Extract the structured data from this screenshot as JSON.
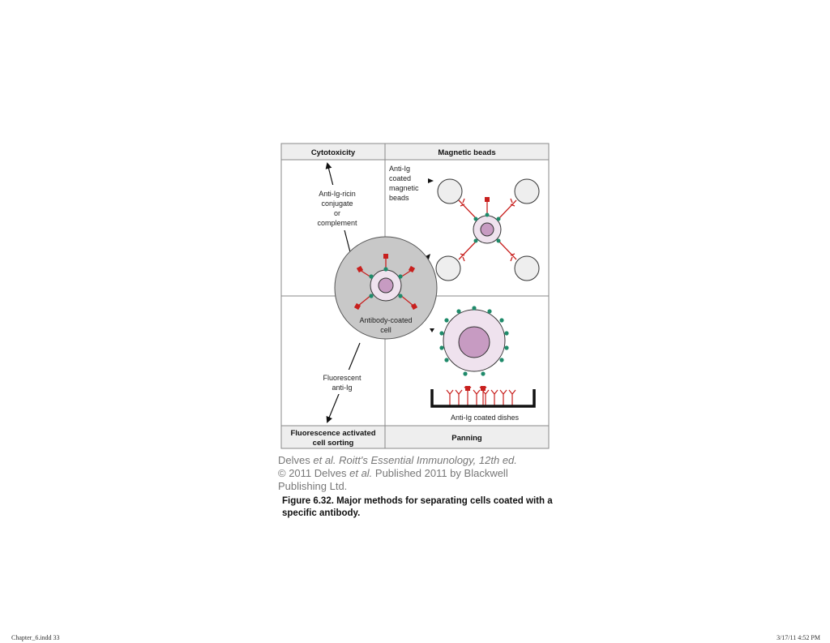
{
  "diagram": {
    "panels": {
      "cytotoxicity": "Cytotoxicity",
      "magnetic_beads": "Magnetic beads",
      "facs": [
        "Fluorescence activated",
        "cell sorting"
      ],
      "panning": "Panning"
    },
    "labels": {
      "ricin": [
        "Anti-Ig-ricin",
        "conjugate",
        "or",
        "complement"
      ],
      "beads": [
        "Anti-Ig",
        "coated",
        "magnetic",
        "beads"
      ],
      "center_cell": [
        "Antibody-coated",
        "cell"
      ],
      "fluorescent": [
        "Fluorescent",
        "anti-Ig"
      ],
      "dishes": "Anti-Ig coated dishes"
    },
    "colors": {
      "antibody": "#c8201e",
      "antigen_dot": "#1f8a6a",
      "cell_outer": "#efe2ee",
      "cell_nucleus": "#c79bc2",
      "center_circle": "#c8c8c8",
      "header_bg": "#eeeeee",
      "bead": "#eeeeee"
    }
  },
  "citation": {
    "line1_prefix": "Delves ",
    "line1_italic": "et al. Roitt's Essential Immunology, 12th ed.",
    "line2_prefix": "© 2011 Delves ",
    "line2_italic": "et al.",
    "line2_suffix": " Published 2011 by Blackwell",
    "line3": "Publishing Ltd."
  },
  "caption": "Figure 6.32.  Major methods for separating cells coated with a specific antibody.",
  "footer": {
    "left": "Chapter_6.indd  33",
    "right": "3/17/11  4:52 PM"
  }
}
